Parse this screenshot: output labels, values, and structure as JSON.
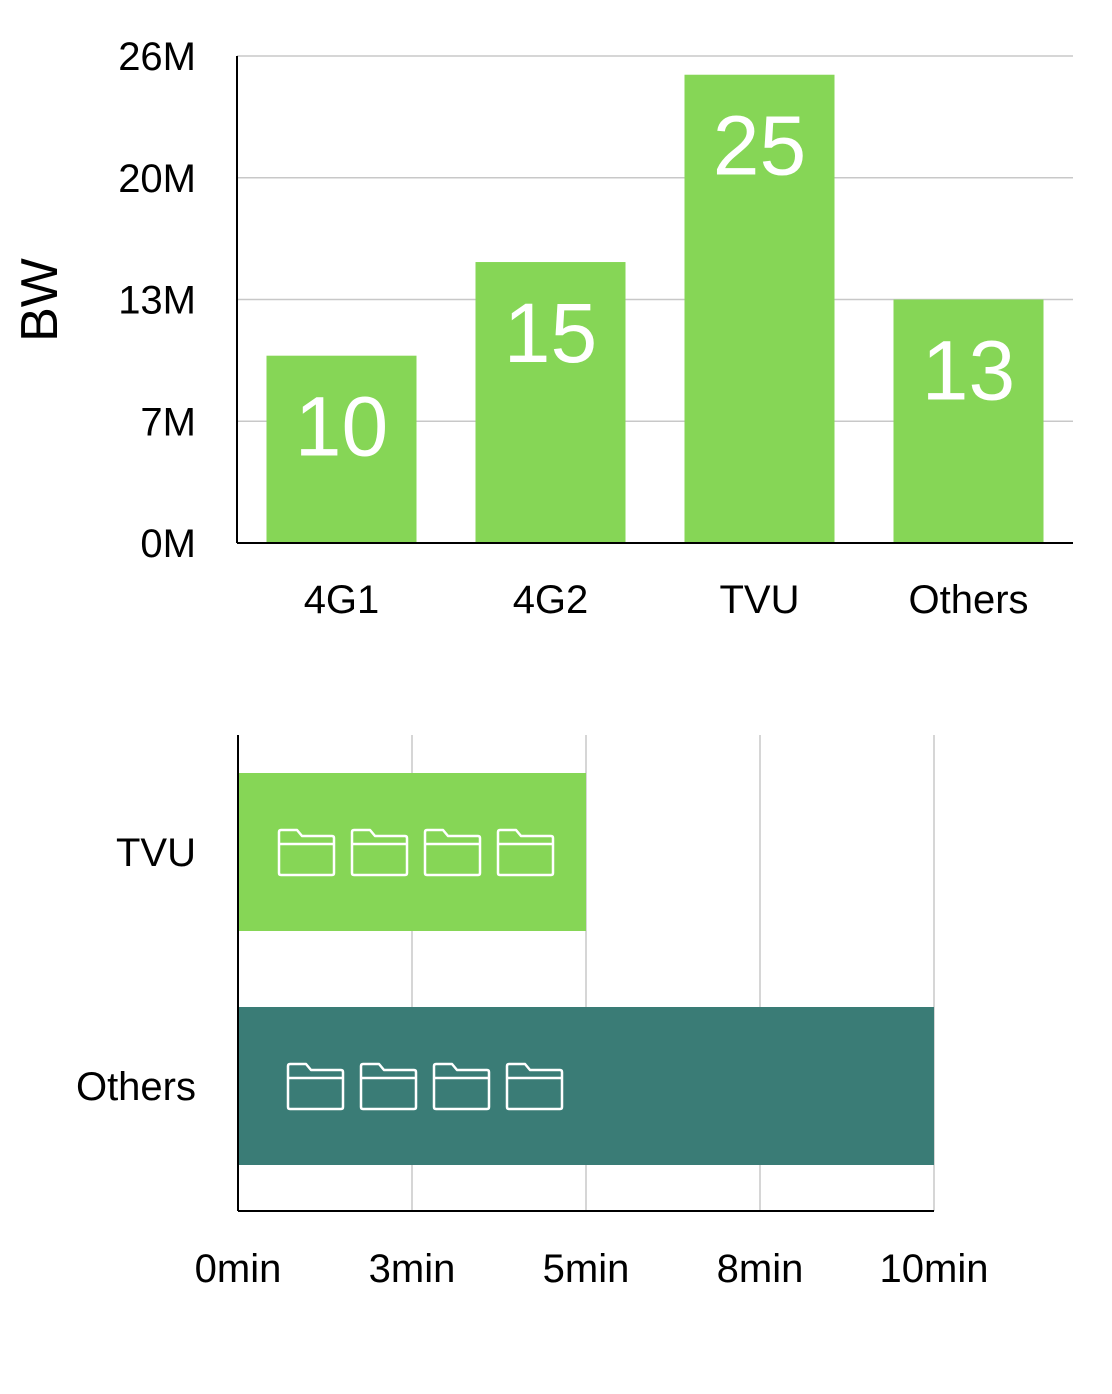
{
  "chart_data": [
    {
      "type": "bar",
      "orientation": "vertical",
      "ylabel": "BW",
      "categories": [
        "4G1",
        "4G2",
        "TVU",
        "Others"
      ],
      "values": [
        10,
        15,
        25,
        13
      ],
      "data_labels": [
        "10",
        "15",
        "25",
        "13"
      ],
      "yticks": [
        "0M",
        "7M",
        "13M",
        "20M",
        "26M"
      ],
      "ylim": [
        0,
        26
      ],
      "grid": true,
      "bar_color": "#86d656"
    },
    {
      "type": "bar",
      "orientation": "horizontal",
      "categories": [
        "TVU",
        "Others"
      ],
      "values": [
        5,
        10
      ],
      "xticks": [
        "0min",
        "3min",
        "5min",
        "8min",
        "10min"
      ],
      "xlim": [
        0,
        10
      ],
      "grid": true,
      "bar_colors": [
        "#86d656",
        "#3a7c76"
      ],
      "bar_icons": [
        [
          "folder-icon",
          "folder-icon",
          "folder-icon",
          "folder-icon"
        ],
        [
          "folder-icon",
          "folder-icon",
          "folder-icon",
          "folder-icon"
        ]
      ]
    }
  ]
}
